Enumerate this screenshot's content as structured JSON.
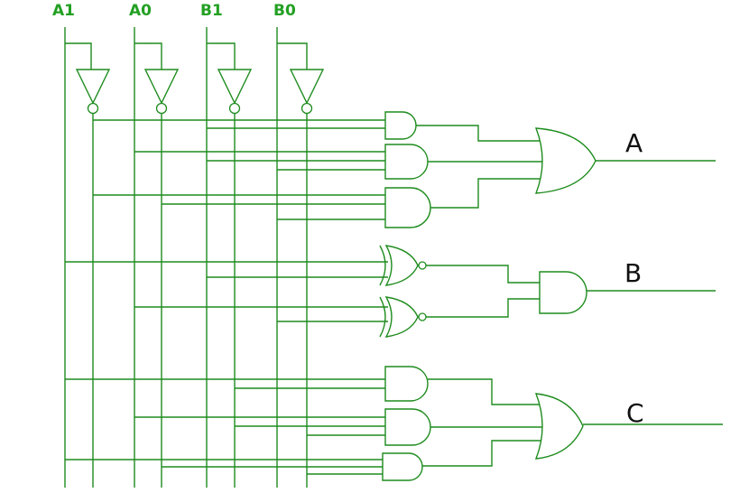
{
  "inputs": {
    "a1": "A1",
    "a0": "A0",
    "b1": "B1",
    "b0": "B0"
  },
  "outputs": {
    "a": "A",
    "b": "B",
    "c": "C"
  },
  "colors": {
    "wire": "#1e8c1e",
    "input_label": "#22a022",
    "output_label": "#111111",
    "background": "#ffffff"
  }
}
